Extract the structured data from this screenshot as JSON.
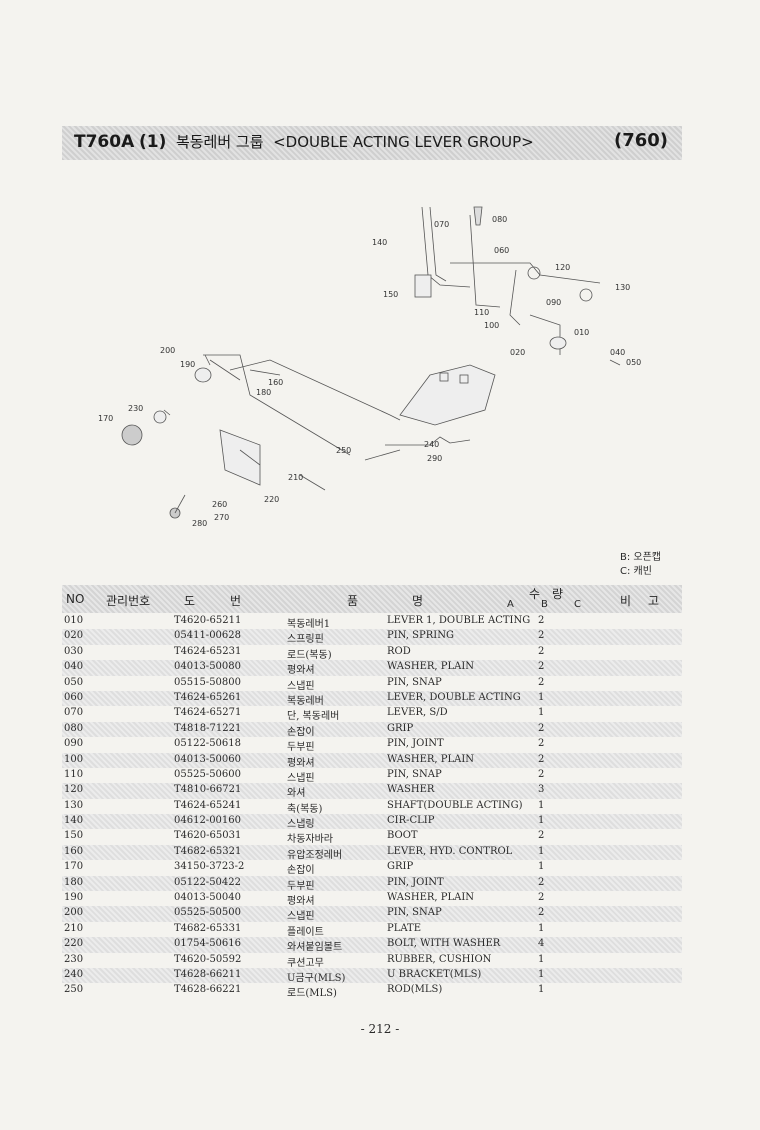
{
  "header": {
    "code": "T760A",
    "sub": "(1)",
    "title_kor": "복동레버 그룹",
    "title_eng": "<DOUBLE ACTING LEVER GROUP>",
    "page_code": "(760)"
  },
  "legend": [
    "B: 오픈캡",
    "C: 캐빈"
  ],
  "diagram_labels": [
    "070",
    "080",
    "140",
    "060",
    "120",
    "130",
    "150",
    "090",
    "110",
    "100",
    "010",
    "200",
    "190",
    "160",
    "180",
    "020",
    "040",
    "050",
    "230",
    "170",
    "250",
    "240",
    "290",
    "210",
    "220",
    "260",
    "270",
    "280"
  ],
  "table": {
    "headers": {
      "no": "NO",
      "mgmt": "관리번호",
      "do": "도",
      "beon": "번",
      "pum": "품",
      "myeong": "명",
      "su": "수",
      "ryang": "량",
      "a": "A",
      "b": "B",
      "c": "C",
      "bi": "비",
      "go": "고"
    },
    "rows": [
      {
        "no": "010",
        "part": "T4620-65211",
        "kor": "복동레버1",
        "eng": "LEVER 1, DOUBLE ACTING",
        "qty": "2"
      },
      {
        "no": "020",
        "part": "05411-00628",
        "kor": "스프링핀",
        "eng": "PIN, SPRING",
        "qty": "2"
      },
      {
        "no": "030",
        "part": "T4624-65231",
        "kor": "로드(복동)",
        "eng": "ROD",
        "qty": "2"
      },
      {
        "no": "040",
        "part": "04013-50080",
        "kor": "평와셔",
        "eng": "WASHER, PLAIN",
        "qty": "2"
      },
      {
        "no": "050",
        "part": "05515-50800",
        "kor": "스냅핀",
        "eng": "PIN, SNAP",
        "qty": "2"
      },
      {
        "no": "060",
        "part": "T4624-65261",
        "kor": "복동레버",
        "eng": "LEVER, DOUBLE ACTING",
        "qty": "1"
      },
      {
        "no": "070",
        "part": "T4624-65271",
        "kor": "단, 복동레버",
        "eng": "LEVER, S/D",
        "qty": "1"
      },
      {
        "no": "080",
        "part": "T4818-71221",
        "kor": "손잡이",
        "eng": "GRIP",
        "qty": "2"
      },
      {
        "no": "090",
        "part": "05122-50618",
        "kor": "두부핀",
        "eng": "PIN, JOINT",
        "qty": "2"
      },
      {
        "no": "100",
        "part": "04013-50060",
        "kor": "평와셔",
        "eng": "WASHER, PLAIN",
        "qty": "2"
      },
      {
        "no": "110",
        "part": "05525-50600",
        "kor": "스냅핀",
        "eng": "PIN, SNAP",
        "qty": "2"
      },
      {
        "no": "120",
        "part": "T4810-66721",
        "kor": "와셔",
        "eng": "WASHER",
        "qty": "3"
      },
      {
        "no": "130",
        "part": "T4624-65241",
        "kor": "축(복동)",
        "eng": "SHAFT(DOUBLE ACTING)",
        "qty": "1"
      },
      {
        "no": "140",
        "part": "04612-00160",
        "kor": "스냅링",
        "eng": "CIR-CLIP",
        "qty": "1"
      },
      {
        "no": "150",
        "part": "T4620-65031",
        "kor": "차동자바라",
        "eng": "BOOT",
        "qty": "2"
      },
      {
        "no": "160",
        "part": "T4682-65321",
        "kor": "유압조정레버",
        "eng": "LEVER, HYD. CONTROL",
        "qty": "1"
      },
      {
        "no": "170",
        "part": "34150-3723-2",
        "kor": "손잡이",
        "eng": "GRIP",
        "qty": "1"
      },
      {
        "no": "180",
        "part": "05122-50422",
        "kor": "두부핀",
        "eng": "PIN, JOINT",
        "qty": "2"
      },
      {
        "no": "190",
        "part": "04013-50040",
        "kor": "평와셔",
        "eng": "WASHER, PLAIN",
        "qty": "2"
      },
      {
        "no": "200",
        "part": "05525-50500",
        "kor": "스냅핀",
        "eng": "PIN, SNAP",
        "qty": "2"
      },
      {
        "no": "210",
        "part": "T4682-65331",
        "kor": "플레이트",
        "eng": "PLATE",
        "qty": "1"
      },
      {
        "no": "220",
        "part": "01754-50616",
        "kor": "와셔붙임볼트",
        "eng": "BOLT, WITH WASHER",
        "qty": "4"
      },
      {
        "no": "230",
        "part": "T4620-50592",
        "kor": "쿠션고무",
        "eng": "RUBBER, CUSHION",
        "qty": "1"
      },
      {
        "no": "240",
        "part": "T4628-66211",
        "kor": "U금구(MLS)",
        "eng": "U BRACKET(MLS)",
        "qty": "1"
      },
      {
        "no": "250",
        "part": "T4628-66221",
        "kor": "로드(MLS)",
        "eng": "ROD(MLS)",
        "qty": "1"
      }
    ]
  },
  "footer": {
    "page_number": "- 212 -"
  }
}
